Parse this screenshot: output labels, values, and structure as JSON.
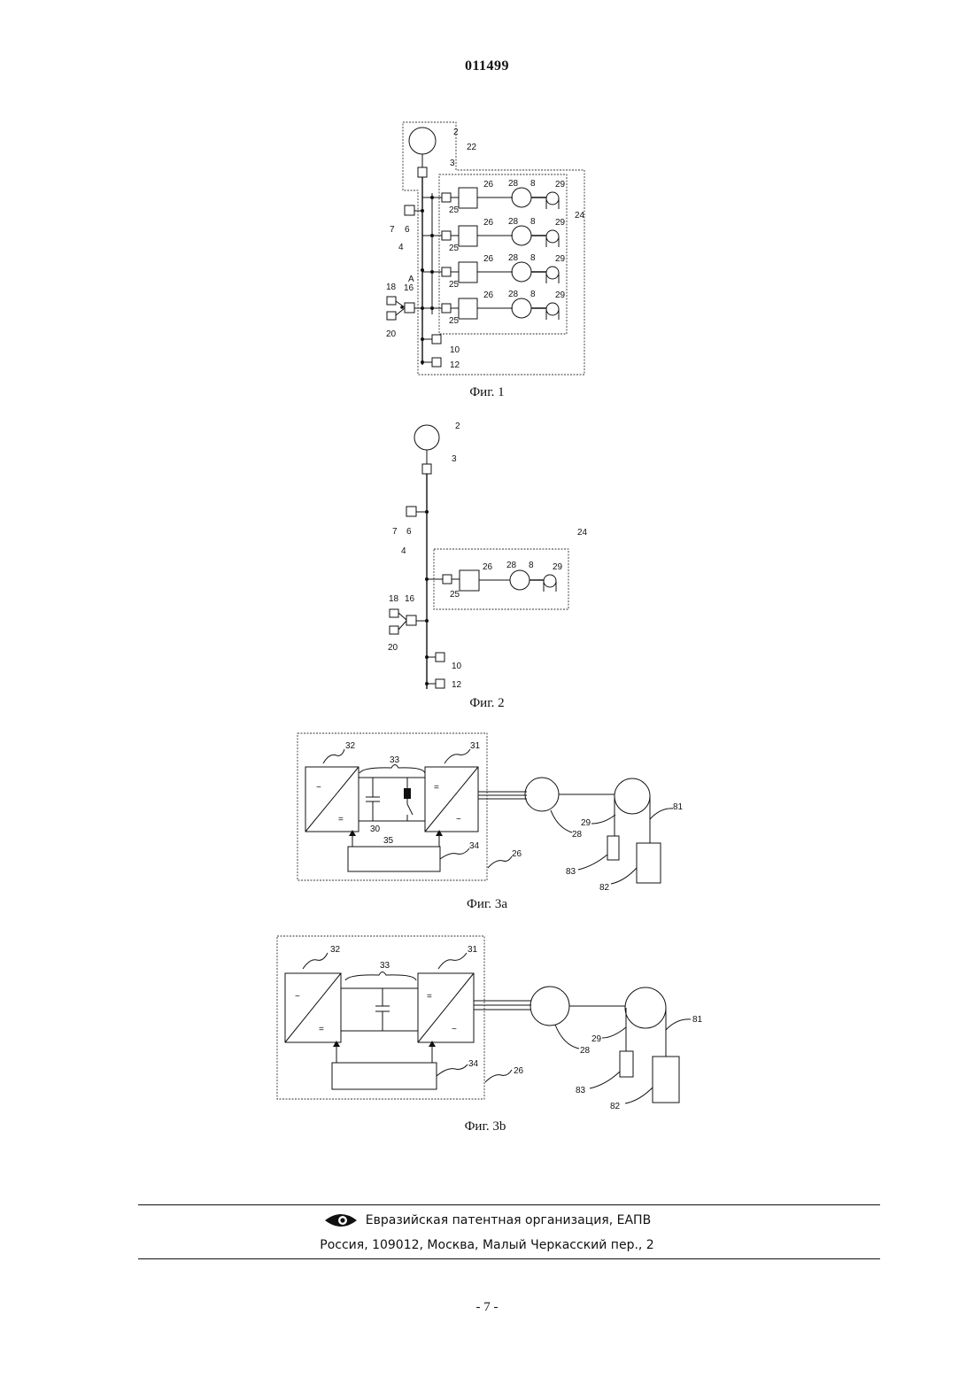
{
  "header": {
    "doc_number": "011499"
  },
  "figures": {
    "fig1": {
      "caption": "Фиг. 1",
      "labels": {
        "l2": "2",
        "l22": "22",
        "l3": "3",
        "l24": "24",
        "l4": "4",
        "l6": "6",
        "l7": "7",
        "lA": "A",
        "l16": "16",
        "l18": "18",
        "l20": "20",
        "l10": "10",
        "l12": "12",
        "l25": "25",
        "l26": "26",
        "l28": "28",
        "l8": "8",
        "l29": "29"
      }
    },
    "fig2": {
      "caption": "Фиг. 2",
      "labels": {
        "l2": "2",
        "l3": "3",
        "l24": "24",
        "l4": "4",
        "l6": "6",
        "l7": "7",
        "l16": "16",
        "l18": "18",
        "l20": "20",
        "l10": "10",
        "l12": "12",
        "l25": "25",
        "l26": "26",
        "l28": "28",
        "l8": "8",
        "l29": "29"
      }
    },
    "fig3a": {
      "caption": "Фиг. 3a",
      "labels": {
        "l32": "32",
        "l33": "33",
        "l31": "31",
        "l30": "30",
        "l35": "35",
        "l34": "34",
        "l26": "26",
        "l28": "28",
        "l29": "29",
        "l81": "81",
        "l82": "82",
        "l83": "83"
      },
      "symbols": {
        "ac": "~",
        "dc": "="
      }
    },
    "fig3b": {
      "caption": "Фиг. 3b",
      "labels": {
        "l32": "32",
        "l33": "33",
        "l31": "31",
        "l34": "34",
        "l26": "26",
        "l28": "28",
        "l29": "29",
        "l81": "81",
        "l82": "82",
        "l83": "83"
      },
      "symbols": {
        "ac": "~",
        "dc": "="
      }
    }
  },
  "footer": {
    "org": "Евразийская патентная организация, ЕАПВ",
    "address": "Россия, 109012, Москва, Малый Черкасский пер., 2",
    "page": "- 7 -",
    "logo_icon": "eye-logo-icon"
  }
}
